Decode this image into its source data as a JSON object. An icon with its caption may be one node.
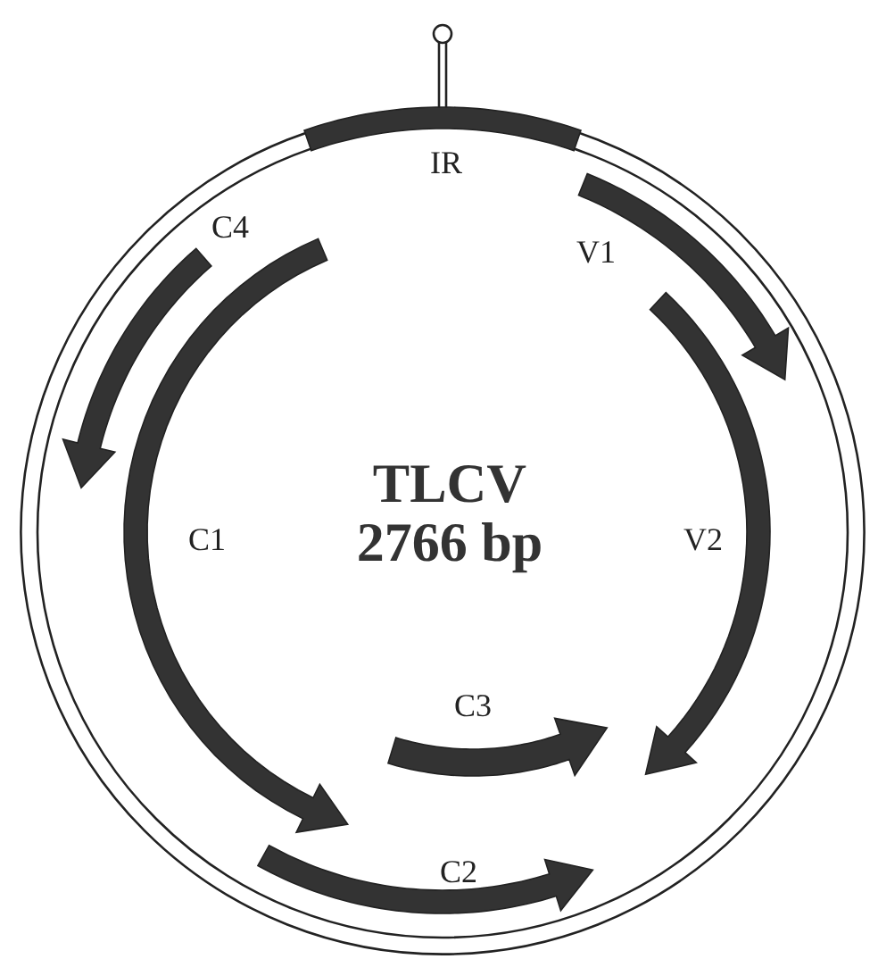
{
  "diagram": {
    "nodes": [
      {
        "text": [
          "TLCV 2766 bp"
        ]
      },
      {
        "text": [],
        "shape": "bar",
        "beside": [
          "IR"
        ],
        "in": 0
      },
      {
        "text": [],
        "shape": "arrow",
        "beside": [
          "C4"
        ],
        "in": 0
      },
      {
        "text": [],
        "shape": "arrow",
        "beside": [
          "V1"
        ],
        "in": 0
      },
      {
        "text": [],
        "shape": "arrow",
        "beside": [
          "C1"
        ],
        "in": 0
      },
      {
        "text": [],
        "shape": "arrow",
        "beside": [
          "V2"
        ],
        "in": 0
      },
      {
        "text": [],
        "shape": "arrow",
        "beside": [
          "C3"
        ],
        "in": 0
      },
      {
        "text": [],
        "shape": "arrow",
        "beside": [
          "C2"
        ],
        "in": 0
      }
    ]
  }
}
